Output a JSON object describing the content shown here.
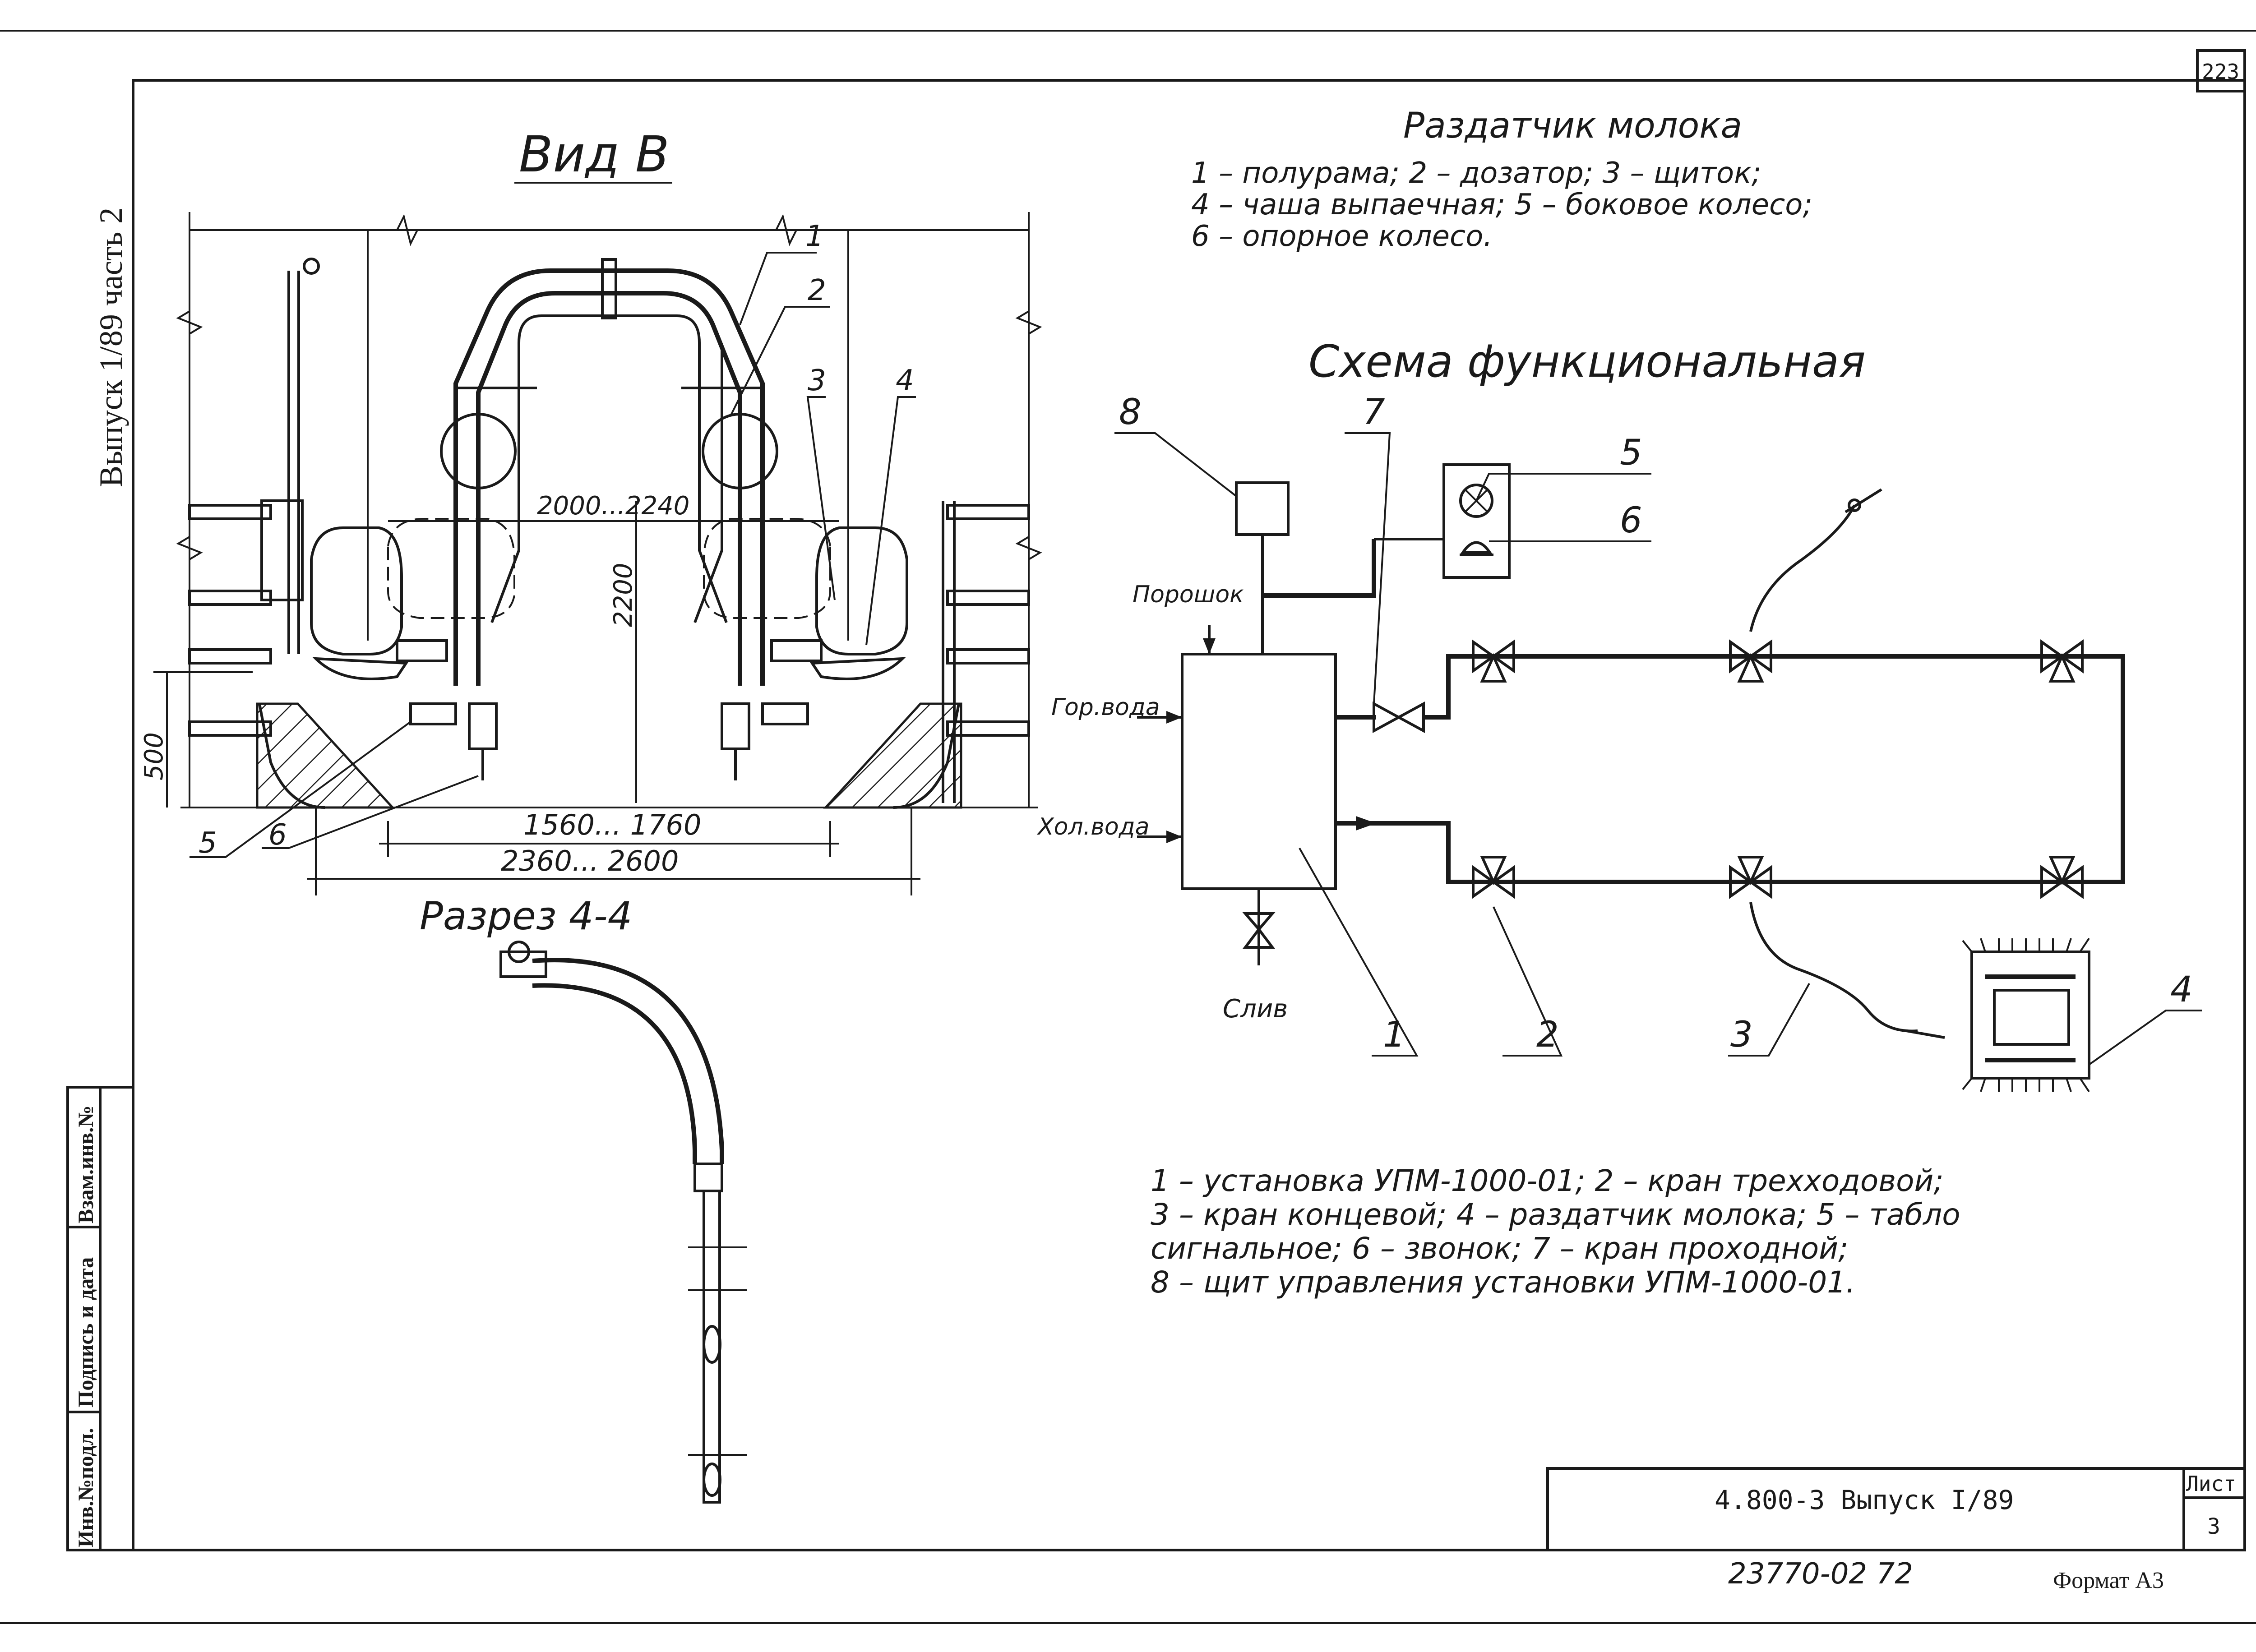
{
  "sheet": {
    "page_number": "223",
    "side_label": "Выпуск 1/89 часть 2",
    "margin_box": [
      "Инв.№подл.",
      "Подпись и дата",
      "Взам.инв.№"
    ],
    "title_block": {
      "designation": "4.800-3 Выпуск I/89",
      "sheet_label": "Лист",
      "sheet_number": "3"
    },
    "footer_code": "23770-02 72",
    "format": "Формат А3"
  },
  "view_b": {
    "title": "Вид В",
    "dim_span": "2000...2240",
    "dim_height": "2200",
    "dim_low": "500",
    "dim_inner": "1560... 1760",
    "dim_outer": "2360... 2600",
    "callouts": [
      "1",
      "2",
      "3",
      "4",
      "5",
      "6"
    ]
  },
  "section_44": {
    "title": "Разрез 4-4"
  },
  "dispenser_legend": {
    "title": "Раздатчик молока",
    "lines": [
      "1 – полурама;  2 – дозатор;  3 – щиток;",
      "4 – чаша выпаечная;  5 – боковое колесо;",
      "6 – опорное колесо."
    ]
  },
  "scheme": {
    "title": "Схема функциональная",
    "label_powder": "Порошок",
    "label_hot_water": "Гор.вода",
    "label_cold_water": "Хол.вода",
    "label_drain": "Слив",
    "callouts": [
      "1",
      "2",
      "3",
      "4",
      "5",
      "6",
      "7",
      "8"
    ]
  },
  "scheme_legend": {
    "lines": [
      "1 – установка УПМ-1000-01;  2 – кран трехходовой;",
      "3 – кран концевой;  4 – раздатчик молока;  5 – табло",
      "сигнальное;  6 – звонок;  7 – кран проходной;",
      "8 – щит управления установки УПМ-1000-01."
    ]
  }
}
